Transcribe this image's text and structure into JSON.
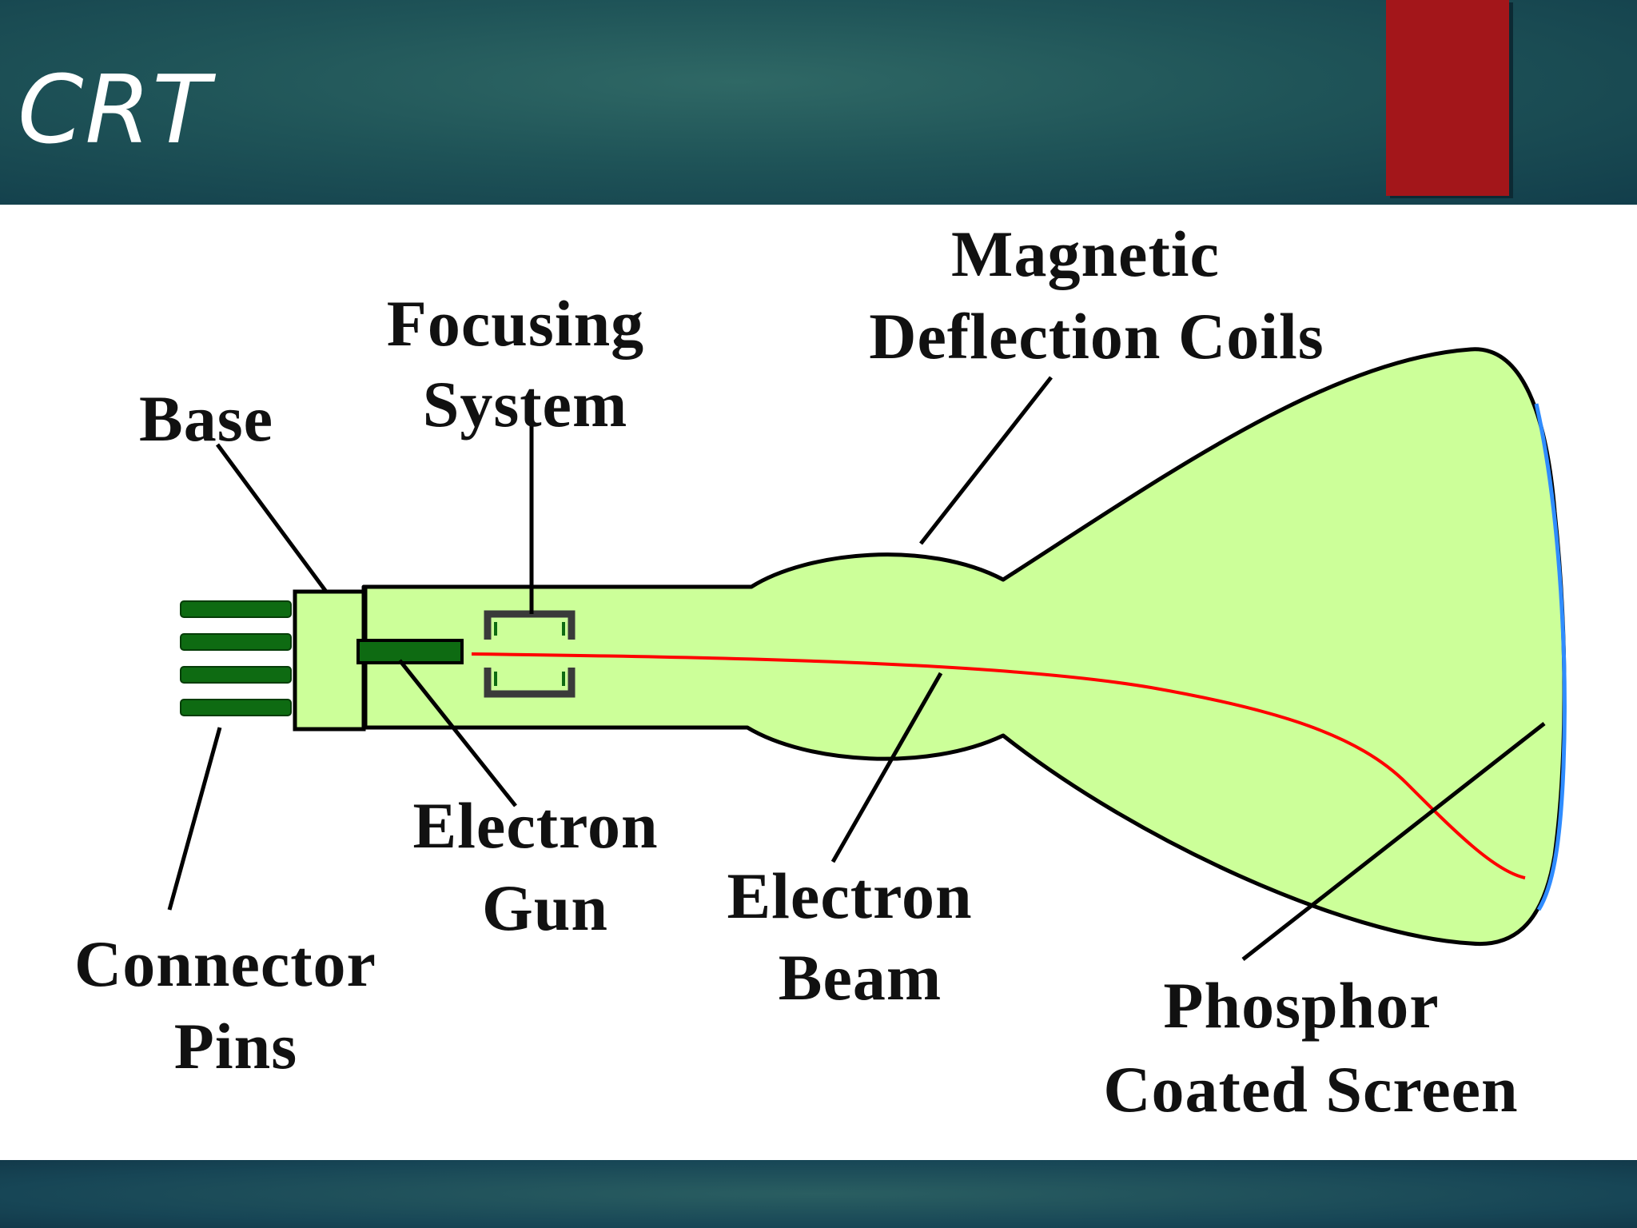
{
  "slide": {
    "title": "CRT",
    "accent_color": "#a3161a",
    "header_color": "#1f5458"
  },
  "diagram": {
    "tube_fill": "#ccff99",
    "pin_color": "#0e6b12",
    "beam_color": "#ff0000",
    "screen_edge_color": "#2f8cff",
    "labels": {
      "magnetic_line1": "Magnetic",
      "magnetic_line2": "Deflection Coils",
      "focusing_line1": "Focusing",
      "focusing_line2": "System",
      "base": "Base",
      "electron_gun_line1": "Electron",
      "electron_gun_line2": "Gun",
      "electron_beam_line1": "Electron",
      "electron_beam_line2": "Beam",
      "connector_line1": "Connector",
      "connector_line2": "Pins",
      "phosphor_line1": "Phosphor",
      "phosphor_line2": "Coated Screen"
    }
  }
}
